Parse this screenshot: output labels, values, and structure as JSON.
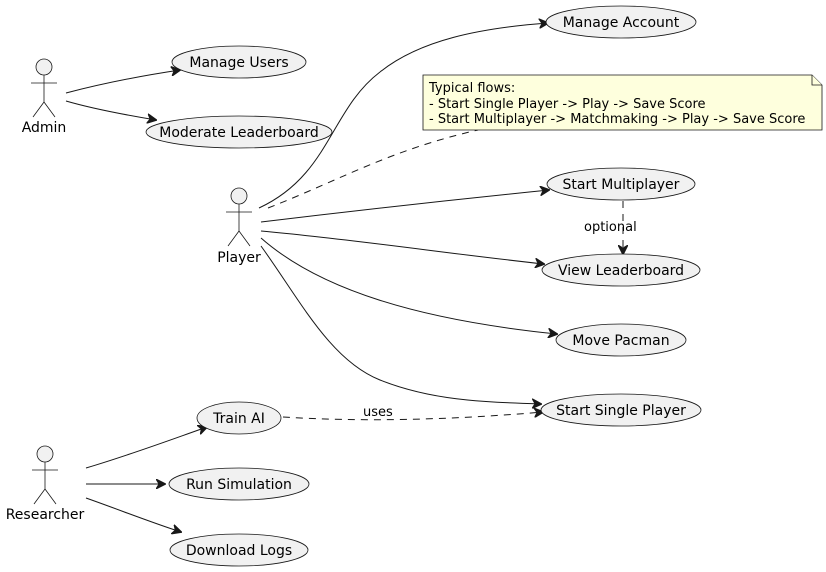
{
  "actors": {
    "admin": "Admin",
    "player": "Player",
    "researcher": "Researcher"
  },
  "use_cases": {
    "manage_users": "Manage Users",
    "moderate_leaderboard": "Moderate Leaderboard",
    "manage_account": "Manage Account",
    "start_multiplayer": "Start Multiplayer",
    "view_leaderboard": "View Leaderboard",
    "move_pacman": "Move Pacman",
    "start_single_player": "Start Single Player",
    "train_ai": "Train AI",
    "run_simulation": "Run Simulation",
    "download_logs": "Download Logs"
  },
  "note": {
    "line1": "Typical flows:",
    "line2": "- Start Single Player -> Play -> Save Score",
    "line3": "- Start Multiplayer -> Matchmaking -> Play -> Save Score"
  },
  "edge_labels": {
    "optional": "optional",
    "uses": "uses"
  },
  "colors": {
    "use_case_fill": "#f1f1f1",
    "note_fill": "#feffdd",
    "line": "#181818"
  }
}
